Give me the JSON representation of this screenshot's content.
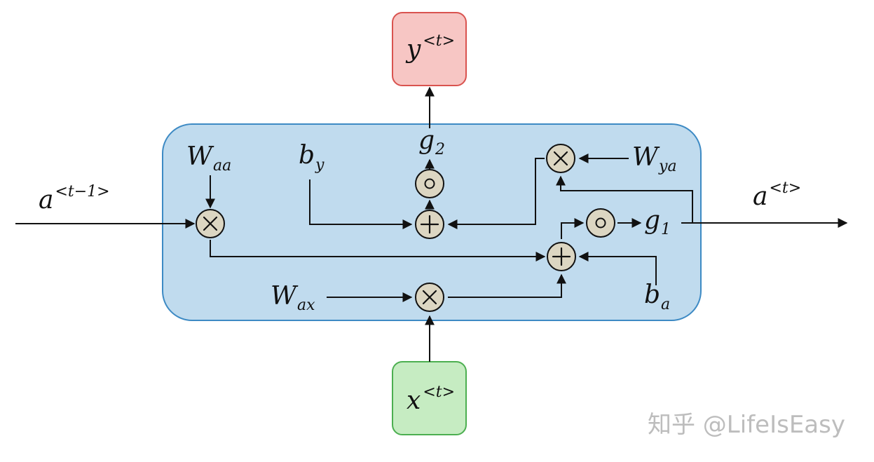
{
  "labels": {
    "a_prev": {
      "base": "a",
      "sup": "<t−1>"
    },
    "a_t": {
      "base": "a",
      "sup": "<t>"
    },
    "y_t": {
      "base": "y",
      "sup": "<t>"
    },
    "x_t": {
      "base": "x",
      "sup": "<t>"
    },
    "W_aa": {
      "base": "W",
      "sub": "aa"
    },
    "W_ax": {
      "base": "W",
      "sub": "ax"
    },
    "W_ya": {
      "base": "W",
      "sub": "ya"
    },
    "b_y": {
      "base": "b",
      "sub": "y"
    },
    "b_a": {
      "base": "b",
      "sub": "a"
    },
    "g_1": {
      "base": "g",
      "sub": "1"
    },
    "g_2": {
      "base": "g",
      "sub": "2"
    }
  },
  "watermark": "知乎 @LifeIsEasy",
  "colors": {
    "cell_fill": "#c0dbee",
    "cell_stroke": "#3d8ac4",
    "output_fill": "#f7c6c4",
    "output_stroke": "#d9534f",
    "input_fill": "#c6ecc2",
    "input_stroke": "#4caf50",
    "op_fill": "#dcd6c2"
  },
  "icons": {
    "multiply": "multiply-icon",
    "add": "add-icon",
    "activation": "activation-icon"
  }
}
